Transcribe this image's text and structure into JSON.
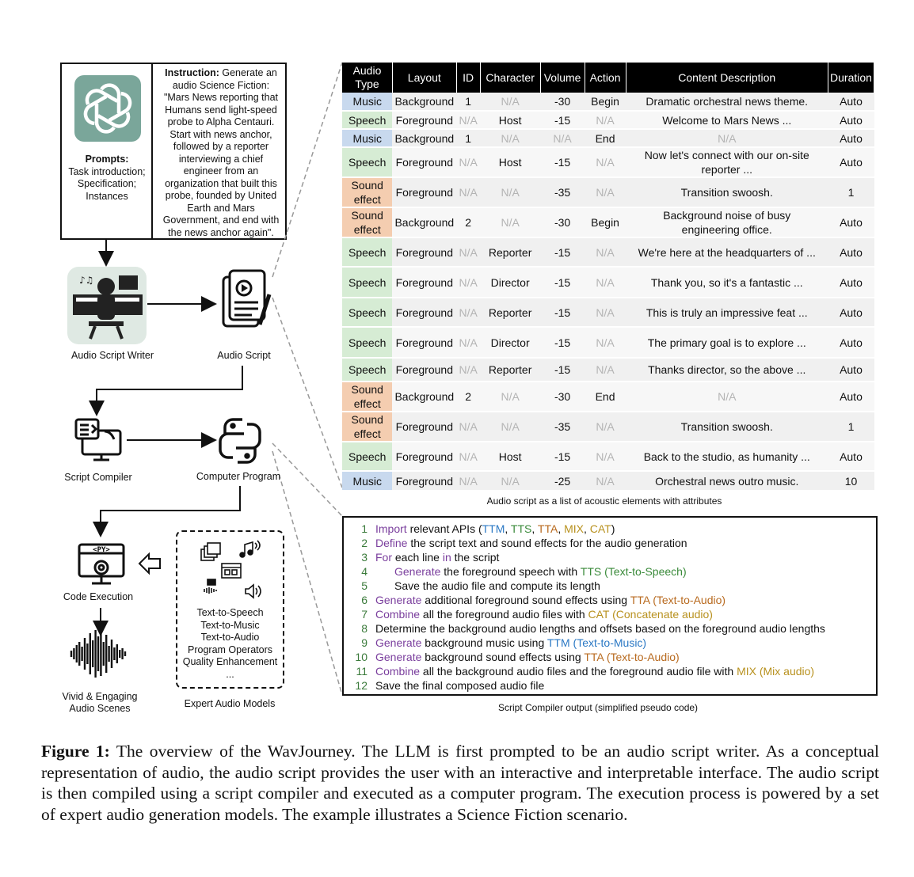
{
  "prompt": {
    "left_title": "Prompts:",
    "left_lines": [
      "Task introduction;",
      "Specification;",
      "Instances"
    ],
    "instruction_label": "Instruction:",
    "instruction_lines": [
      " Generate an",
      "audio Science Fiction:",
      "\"Mars News reporting that",
      "Humans send light-speed",
      "probe to Alpha Centauri.",
      "Start with news anchor,",
      "followed by a reporter",
      "interviewing a chief",
      "engineer from an",
      "organization that built this",
      "probe, founded by United",
      "Earth and Mars",
      "Government, and end with",
      "the news anchor again\"."
    ]
  },
  "nodes": {
    "audio_script_writer": "Audio Script Writer",
    "audio_script": "Audio Script",
    "script_compiler": "Script Compiler",
    "computer_program": "Computer Program",
    "code_execution": "Code Execution",
    "audio_scenes_1": "Vivid & Engaging",
    "audio_scenes_2": "Audio Scenes",
    "expert_models": "Expert Audio Models",
    "py_tag": "<PY>"
  },
  "expert_list": [
    "Text-to-Speech",
    "Text-to-Music",
    "Text-to-Audio",
    "Program Operators",
    "Quality Enhancement",
    "..."
  ],
  "table": {
    "headers": [
      "Audio Type",
      "Layout",
      "ID",
      "Character",
      "Volume",
      "Action",
      "Content Description",
      "Duration"
    ],
    "rows": [
      [
        "Music",
        "Background",
        "1",
        "N/A",
        "-30",
        "Begin",
        "Dramatic orchestral news theme.",
        "Auto"
      ],
      [
        "Speech",
        "Foreground",
        "N/A",
        "Host",
        "-15",
        "N/A",
        "Welcome to Mars News ...",
        "Auto"
      ],
      [
        "Music",
        "Background",
        "1",
        "N/A",
        "N/A",
        "End",
        "N/A",
        "Auto"
      ],
      [
        "Speech",
        "Foreground",
        "N/A",
        "Host",
        "-15",
        "N/A",
        "Now let's connect with our on-site reporter ...",
        "Auto"
      ],
      [
        "Sound effect",
        "Foreground",
        "N/A",
        "N/A",
        "-35",
        "N/A",
        "Transition swoosh.",
        "1"
      ],
      [
        "Sound effect",
        "Background",
        "2",
        "N/A",
        "-30",
        "Begin",
        "Background noise of busy engineering office.",
        "Auto"
      ],
      [
        "Speech",
        "Foreground",
        "N/A",
        "Reporter",
        "-15",
        "N/A",
        "We're here at the headquarters of ...",
        "Auto"
      ],
      [
        "Speech",
        "Foreground",
        "N/A",
        "Director",
        "-15",
        "N/A",
        "Thank you, so it's a fantastic ...",
        "Auto"
      ],
      [
        "Speech",
        "Foreground",
        "N/A",
        "Reporter",
        "-15",
        "N/A",
        "This is truly an impressive feat ...",
        "Auto"
      ],
      [
        "Speech",
        "Foreground",
        "N/A",
        "Director",
        "-15",
        "N/A",
        "The primary goal is to explore ...",
        "Auto"
      ],
      [
        "Speech",
        "Foreground",
        "N/A",
        "Reporter",
        "-15",
        "N/A",
        "Thanks director, so the above ...",
        "Auto"
      ],
      [
        "Sound effect",
        "Background",
        "2",
        "N/A",
        "-30",
        "End",
        "N/A",
        "Auto"
      ],
      [
        "Sound effect",
        "Foreground",
        "N/A",
        "N/A",
        "-35",
        "N/A",
        "Transition swoosh.",
        "1"
      ],
      [
        "Speech",
        "Foreground",
        "N/A",
        "Host",
        "-15",
        "N/A",
        "Back to the studio, as humanity ...",
        "Auto"
      ],
      [
        "Music",
        "Foreground",
        "N/A",
        "N/A",
        "-25",
        "N/A",
        "Orchestral news outro music.",
        "10"
      ]
    ],
    "caption": "Audio script as a list of acoustic elements with attributes"
  },
  "code": {
    "lines": [
      {
        "n": "1",
        "parts": [
          [
            "Import",
            "kw-purple"
          ],
          [
            " relevant APIs (",
            ""
          ],
          [
            "TTM",
            "kw-blue"
          ],
          [
            ", ",
            ""
          ],
          [
            "TTS",
            "kw-green"
          ],
          [
            ", ",
            ""
          ],
          [
            "TTA",
            "kw-orange"
          ],
          [
            ", ",
            ""
          ],
          [
            "MIX",
            "kw-gold"
          ],
          [
            ", ",
            ""
          ],
          [
            "CAT",
            "kw-gold"
          ],
          [
            ")",
            ""
          ]
        ]
      },
      {
        "n": "2",
        "parts": [
          [
            "Define",
            "kw-purple"
          ],
          [
            " the script text and sound effects for the audio generation",
            ""
          ]
        ]
      },
      {
        "n": "3",
        "parts": [
          [
            "For",
            "kw-purple"
          ],
          [
            " each line ",
            ""
          ],
          [
            "in",
            "kw-purple"
          ],
          [
            " the script",
            ""
          ]
        ]
      },
      {
        "n": "4",
        "indent": true,
        "parts": [
          [
            "Generate",
            "kw-purple"
          ],
          [
            " the foreground speech with ",
            ""
          ],
          [
            "TTS (Text-to-Speech)",
            "kw-green"
          ]
        ]
      },
      {
        "n": "5",
        "indent": true,
        "parts": [
          [
            "Save the audio file and compute its length",
            ""
          ]
        ]
      },
      {
        "n": "6",
        "parts": [
          [
            "Generate",
            "kw-purple"
          ],
          [
            " additional foreground sound effects using ",
            ""
          ],
          [
            "TTA (Text-to-Audio)",
            "kw-orange"
          ]
        ]
      },
      {
        "n": "7",
        "parts": [
          [
            "Combine",
            "kw-purple"
          ],
          [
            " all the foreground audio files with ",
            ""
          ],
          [
            "CAT (Concatenate audio)",
            "kw-gold"
          ]
        ]
      },
      {
        "n": "8",
        "parts": [
          [
            "Determine the background audio lengths and offsets based on the foreground audio lengths",
            ""
          ]
        ]
      },
      {
        "n": "9",
        "parts": [
          [
            "Generate",
            "kw-purple"
          ],
          [
            " background music using ",
            ""
          ],
          [
            "TTM (Text-to-Music)",
            "kw-blue"
          ]
        ]
      },
      {
        "n": "10",
        "parts": [
          [
            "Generate",
            "kw-purple"
          ],
          [
            " background sound effects using ",
            ""
          ],
          [
            "TTA (Text-to-Audio)",
            "kw-orange"
          ]
        ]
      },
      {
        "n": "11",
        "parts": [
          [
            "Combine",
            "kw-purple"
          ],
          [
            " all the background audio files and the foreground audio file with ",
            ""
          ],
          [
            "MIX (Mix audio)",
            "kw-gold"
          ]
        ]
      },
      {
        "n": "12",
        "parts": [
          [
            "Save the final composed audio file",
            ""
          ]
        ]
      }
    ],
    "caption": "Script Compiler output (simplified pseudo code)"
  },
  "figure_caption": {
    "label": "Figure 1:",
    "text": " The overview of the WavJourney. The LLM is first prompted to be an audio script writer. As a conceptual representation of audio, the audio script provides the user with an interactive and interpretable interface. The audio script is then compiled using a script compiler and executed as a computer program. The execution process is powered by a set of expert audio generation models. The example illustrates a Science Fiction scenario."
  }
}
